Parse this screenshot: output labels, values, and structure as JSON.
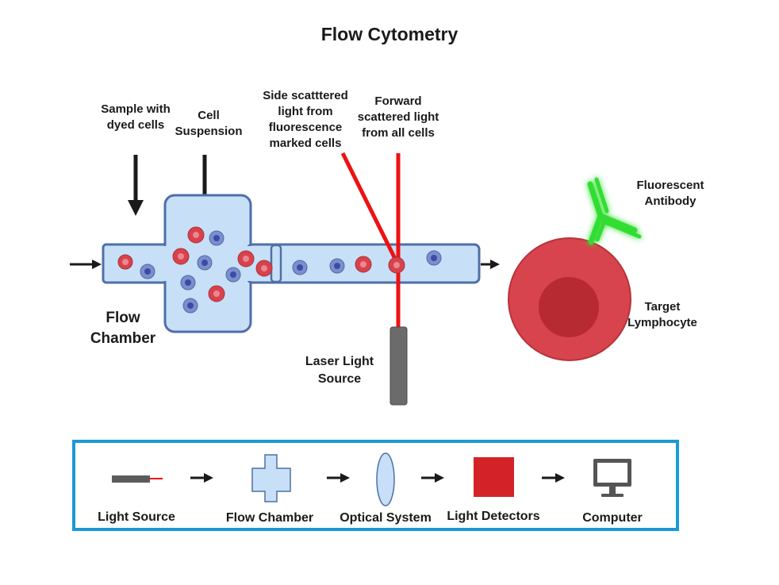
{
  "title": "Flow Cytometry",
  "labels": {
    "sample": "Sample with\ndyed cells",
    "suspension": "Cell\nSuspension",
    "side_scatter": "Side scatttered\nlight from\nfluorescence\nmarked cells",
    "forward_scatter": "Forward\nscattered light\nfrom all cells",
    "fluorescent_antibody": "Fluorescent\nAntibody",
    "target_lymphocyte": "Target\nLymphocyte",
    "flow_chamber": "Flow\nChamber",
    "laser_source": "Laser Light\nSource"
  },
  "legend": {
    "items": [
      "Light Source",
      "Flow Chamber",
      "Optical System",
      "Light Detectors",
      "Computer"
    ]
  },
  "colors": {
    "chamber_fill": "#c7e0f7",
    "chamber_stroke": "#4f6fa8",
    "cell_red": "#d9414c",
    "cell_blue": "#7a8fd0",
    "laser": "#ee1111",
    "antibody": "#33dd33",
    "lymphocyte": "#d8444d",
    "legend_border": "#1a9ad6",
    "detector": "#d42328"
  }
}
